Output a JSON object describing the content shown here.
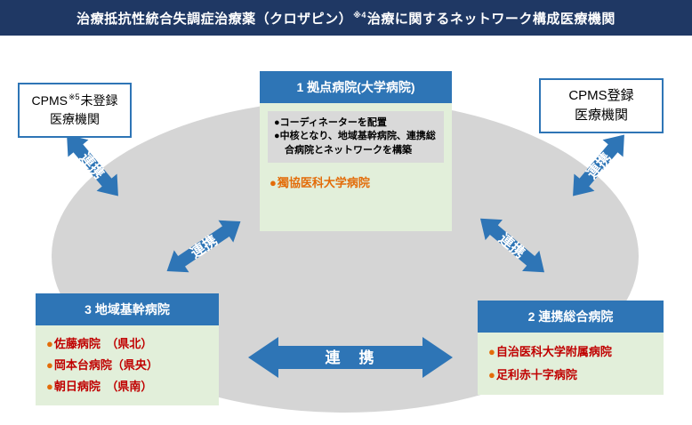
{
  "banner": {
    "text_main": "治療抵抗性統合失調症治療薬（クロザピン）",
    "sup": "※4",
    "text_rest": "治療に関するネットワーク構成医療機関"
  },
  "glyphs": {
    "bullet": "●"
  },
  "hub": {
    "header": "1 拠点病院(大学病院)",
    "notes": [
      "コーディネーターを配置",
      "中核となり、地域基幹病院、連携総合病院とネットワークを構築"
    ],
    "hospital": "獨協医科大学病院"
  },
  "cpms_unregistered": {
    "prefix": "CPMS",
    "sup": "※5",
    "suffix": "未登録",
    "line2": "医療機関"
  },
  "cpms_registered": {
    "line1": "CPMS登録",
    "line2": "医療機関"
  },
  "regional": {
    "header": "3 地域基幹病院",
    "hospitals": [
      "佐藤病院　（県北）",
      "岡本台病院（県央）",
      "朝日病院　（県南）"
    ]
  },
  "cooperative": {
    "header": "2 連携総合病院",
    "hospitals": [
      "自治医科大学附属病院",
      "足利赤十字病院"
    ]
  },
  "links": {
    "label": "連携",
    "bottom_label": "連　携"
  },
  "colors": {
    "banner_navy": "#1f3864",
    "header_blue": "#2e75b6",
    "arrow_blue": "#2e75b6",
    "body_green": "#e2efda",
    "note_gray": "#d9d9d9",
    "ellipse_gray": "#d5d5d5",
    "orange": "#e36c09",
    "red": "#c00000"
  }
}
